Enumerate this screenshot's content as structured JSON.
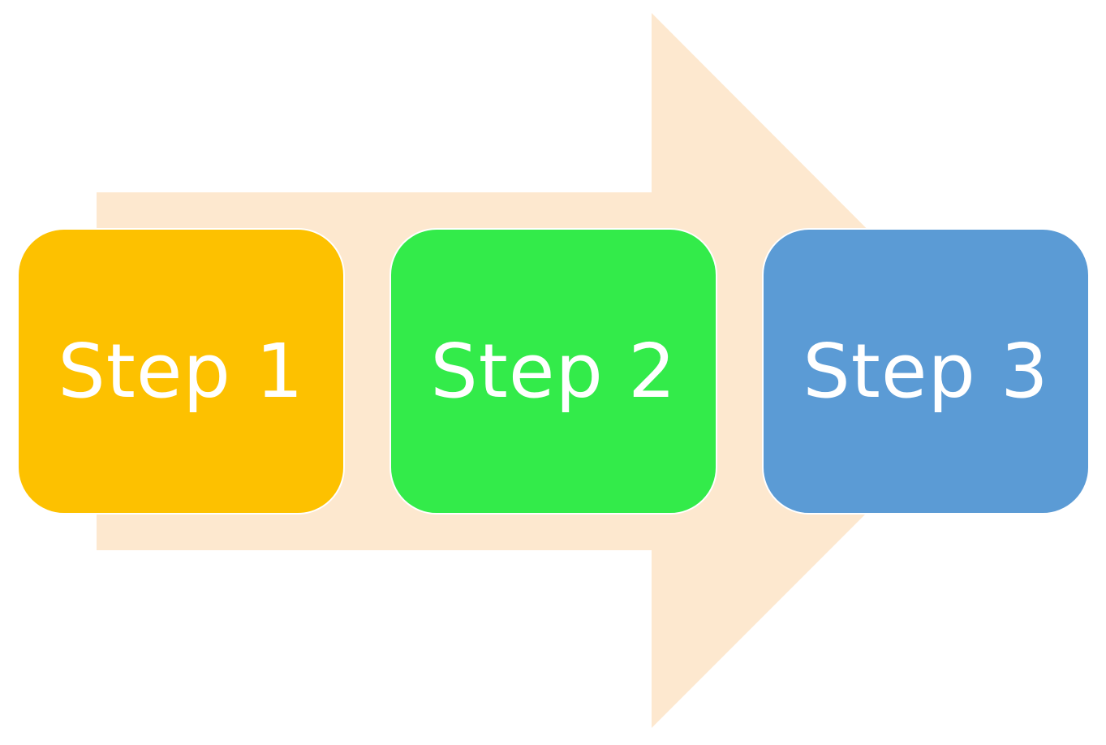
{
  "colors": {
    "arrow": "#fde8cf",
    "text": "#ffffff"
  },
  "steps": [
    {
      "label": "Step 1",
      "color": "#fdc100"
    },
    {
      "label": "Step 2",
      "color": "#33eb4a"
    },
    {
      "label": "Step 3",
      "color": "#5b9bd5"
    }
  ]
}
